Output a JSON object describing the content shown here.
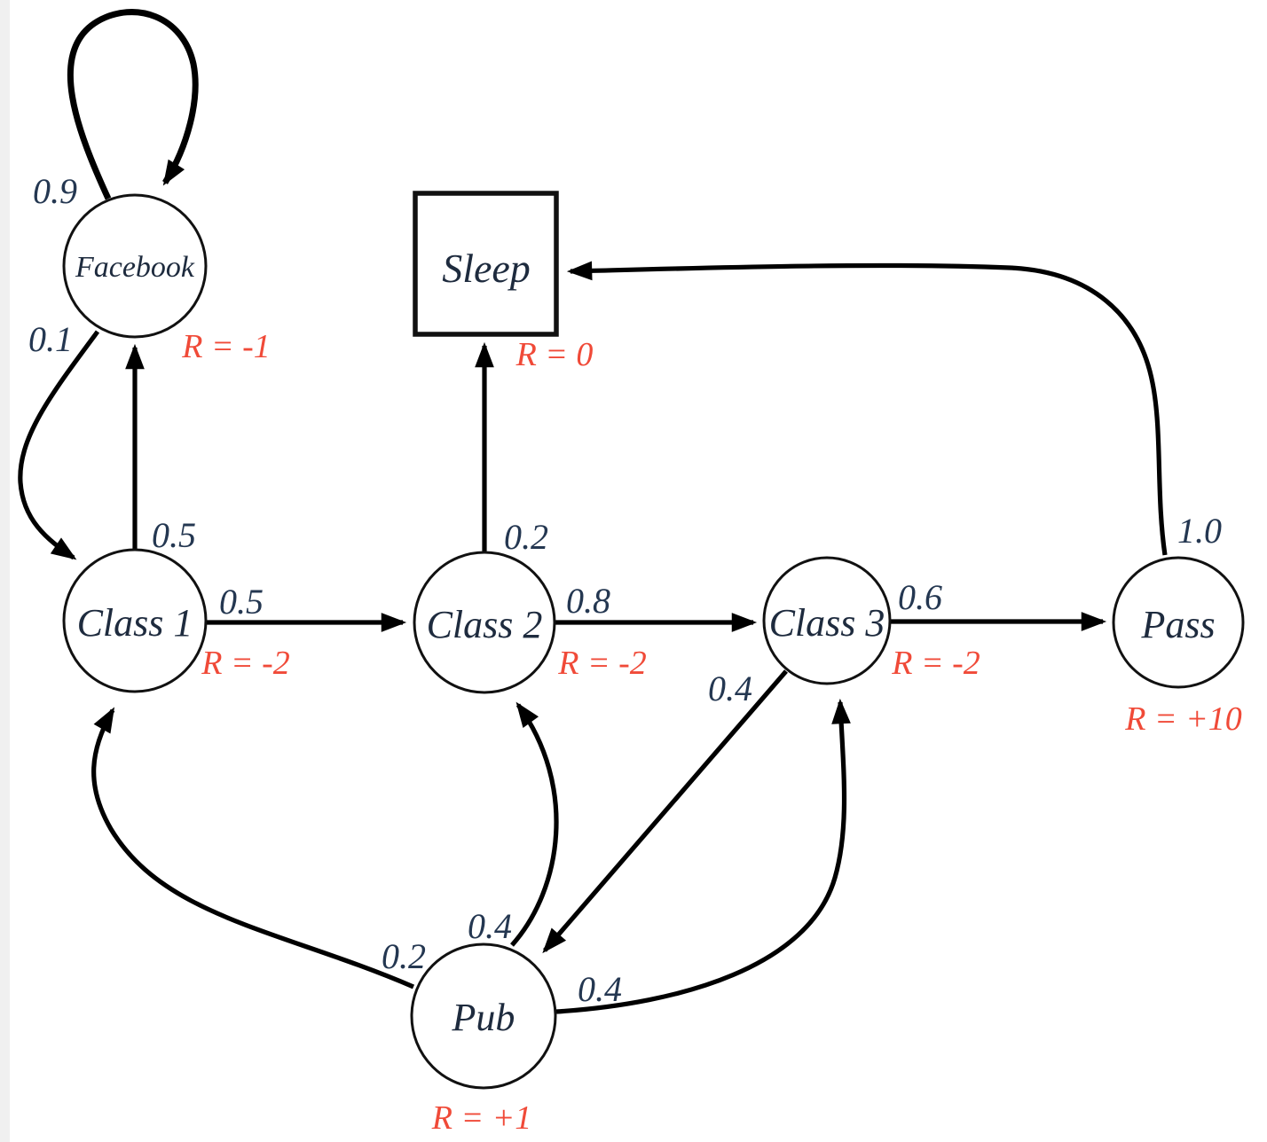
{
  "diagram_type": "state-transition-diagram",
  "nodes": [
    {
      "id": "facebook",
      "label": "Facebook",
      "shape": "circle",
      "reward": "R = -1"
    },
    {
      "id": "class1",
      "label": "Class 1",
      "shape": "circle",
      "reward": "R = -2"
    },
    {
      "id": "class2",
      "label": "Class 2",
      "shape": "circle",
      "reward": "R = -2"
    },
    {
      "id": "class3",
      "label": "Class 3",
      "shape": "circle",
      "reward": "R = -2"
    },
    {
      "id": "pass",
      "label": "Pass",
      "shape": "circle",
      "reward": "R = +10"
    },
    {
      "id": "sleep",
      "label": "Sleep",
      "shape": "square",
      "reward": "R = 0"
    },
    {
      "id": "pub",
      "label": "Pub",
      "shape": "circle",
      "reward": "R = +1"
    }
  ],
  "edges": [
    {
      "from": "facebook",
      "to": "facebook",
      "probability": "0.9"
    },
    {
      "from": "facebook",
      "to": "class1",
      "probability": "0.1"
    },
    {
      "from": "class1",
      "to": "facebook",
      "probability": "0.5"
    },
    {
      "from": "class1",
      "to": "class2",
      "probability": "0.5"
    },
    {
      "from": "class2",
      "to": "sleep",
      "probability": "0.2"
    },
    {
      "from": "class2",
      "to": "class3",
      "probability": "0.8"
    },
    {
      "from": "class3",
      "to": "pass",
      "probability": "0.6"
    },
    {
      "from": "class3",
      "to": "pub",
      "probability": "0.4"
    },
    {
      "from": "pass",
      "to": "sleep",
      "probability": "1.0"
    },
    {
      "from": "pub",
      "to": "class1",
      "probability": "0.2"
    },
    {
      "from": "pub",
      "to": "class2",
      "probability": "0.4"
    },
    {
      "from": "pub",
      "to": "class3",
      "probability": "0.4"
    }
  ],
  "colors": {
    "background": "#ffffff",
    "edge": "#000000",
    "node_outline": "#111111",
    "node_text": "#1e2b3e",
    "probability_text": "#243751",
    "reward_text": "#f04a38",
    "left_edge_strip": "#f0f0f0"
  }
}
